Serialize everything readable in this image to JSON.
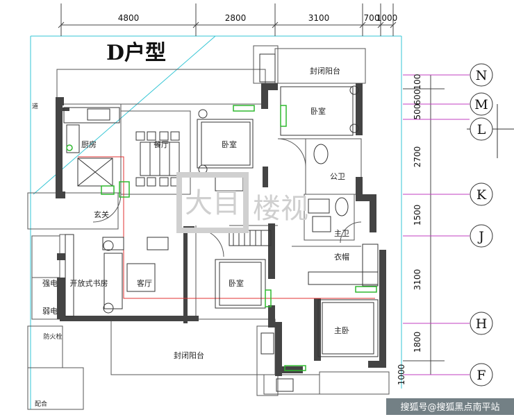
{
  "title": "D户型",
  "top_dimensions": [
    "4800",
    "2800",
    "3100",
    "700",
    "1000"
  ],
  "right_dimensions": [
    "100",
    "600",
    "500",
    "2700",
    "1500",
    "3100",
    "1800",
    "1000"
  ],
  "grid_labels": [
    "N",
    "M",
    "L",
    "K",
    "J",
    "H",
    "F"
  ],
  "rooms": {
    "kitchen": "厨房",
    "dining": "餐厅",
    "bedroom_a": "卧室",
    "sealed_balcony_top": "封闭阳台",
    "bedroom_b": "卧室",
    "public_bath": "公卫",
    "master_bath": "主卫",
    "wardrobe": "衣帽",
    "foyer": "玄关",
    "living": "客厅",
    "bedroom_c": "卧室",
    "master_bedroom": "主卧",
    "sealed_balcony_bottom": "封闭阳台",
    "strong_power": "强电",
    "weak_power": "弱电",
    "open_study": "开放式书房",
    "fire_hydrant": "防火栓",
    "corridor": "道",
    "bottom_left": "配合"
  },
  "watermark": {
    "icon_letters": "大目",
    "text": "楼视"
  },
  "credit": "搜狐号@搜狐黑点南平站"
}
